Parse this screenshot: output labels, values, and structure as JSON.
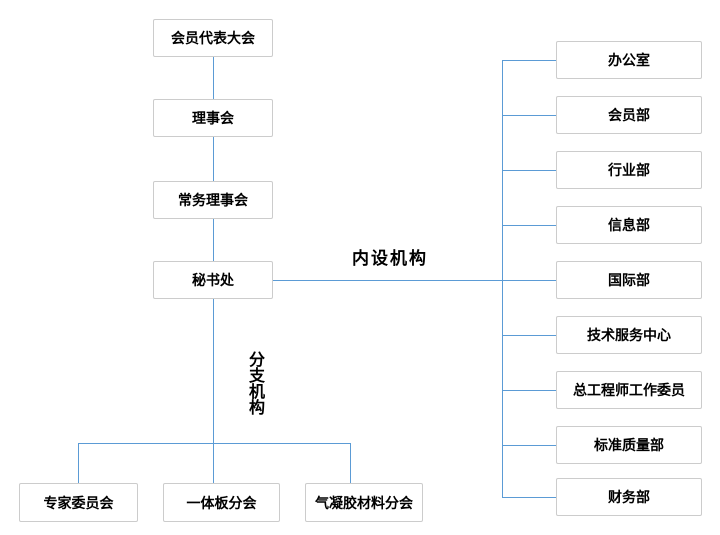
{
  "org": {
    "main_chain": [
      "会员代表大会",
      "理事会",
      "常务理事会",
      "秘书处"
    ],
    "internal_label": "内设机构",
    "internal_departments": [
      "办公室",
      "会员部",
      "行业部",
      "信息部",
      "国际部",
      "技术服务中心",
      "总工程师工作委员",
      "标准质量部",
      "财务部"
    ],
    "branch_label": "分支机构",
    "branches": [
      "专家委员会",
      "一体板分会",
      "气凝胶材料分会"
    ],
    "colors": {
      "connector_line": "#5b9bd5",
      "box_border": "#cccccc",
      "box_fill": "#ffffff",
      "text": "#000000",
      "background": "#ffffff"
    }
  }
}
